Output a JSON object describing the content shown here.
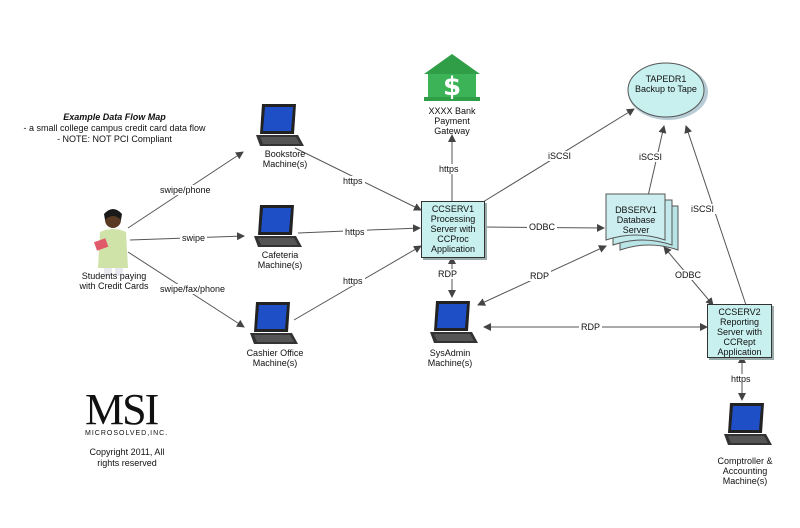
{
  "title": {
    "heading": "Example Data Flow Map",
    "description": "- a small college campus credit card data flow - NOTE: NOT PCI Compliant"
  },
  "nodes": {
    "students": "Students paying with Credit Cards",
    "bookstore": "Bookstore Machine(s)",
    "cafeteria": "Cafeteria Machine(s)",
    "cashier": "Cashier Office Machine(s)",
    "bank": "XXXX Bank Payment Gateway",
    "ccserv1": "CCSERV1 Processing Server with CCProc Application",
    "dbserv1": "DBSERV1 Database Server",
    "tapedr1": "TAPEDR1 Backup to Tape",
    "sysadmin": "SysAdmin Machine(s)",
    "ccserv2": "CCSERV2 Reporting Server with CCRept Application",
    "comptroller": "Comptroller & Accounting Machine(s)"
  },
  "edges": {
    "students_bookstore": "swipe/phone",
    "students_cafeteria": "swipe",
    "students_cashier": "swipe/fax/phone",
    "bookstore_ccserv1": "https",
    "cafeteria_ccserv1": "https",
    "cashier_ccserv1": "https",
    "ccserv1_bank": "https",
    "ccserv1_tape": "iSCSI",
    "db_tape": "iSCSI",
    "ccserv2_tape": "iSCSI",
    "ccserv1_db": "ODBC",
    "db_ccserv2": "ODBC",
    "ccserv1_sysadmin": "RDP",
    "db_sysadmin": "RDP",
    "sysadmin_ccserv2": "RDP",
    "ccserv2_comptroller": "https"
  },
  "logo": {
    "letters": "MSI",
    "subtext": "MICROSOLVED,INC."
  },
  "copyright": "Copyright 2011, All rights reserved"
}
